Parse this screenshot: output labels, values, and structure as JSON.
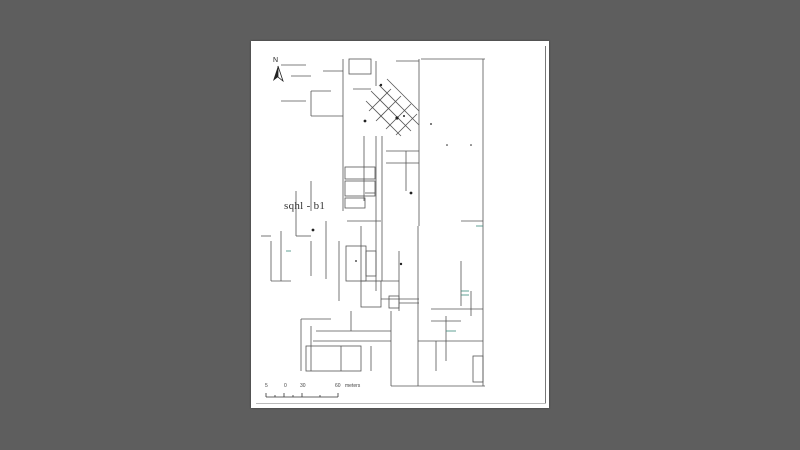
{
  "map": {
    "label": "sqhl - b1",
    "north_arrow": {
      "letter": "N"
    },
    "scale_bar": {
      "ticks": [
        "5",
        "0",
        "30",
        "60"
      ],
      "unit": "meters"
    }
  },
  "colors": {
    "background": "#5e5e5e",
    "page": "#ffffff",
    "lines": "#555555",
    "accent_teal": "#3a8a7a"
  }
}
